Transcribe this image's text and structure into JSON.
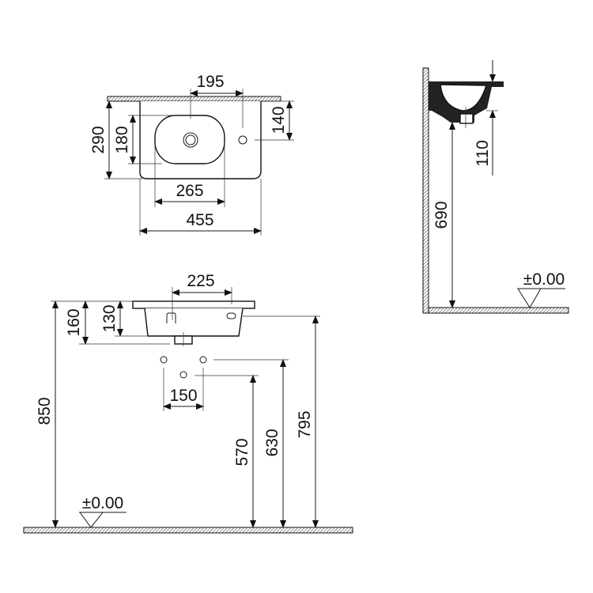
{
  "top_view": {
    "dims": {
      "tap_offset": "195",
      "tap_depth": "140",
      "depth": "290",
      "bowl_depth": "180",
      "bowl_width": "265",
      "width": "455"
    }
  },
  "side_view": {
    "dims": {
      "drain_height": "110",
      "height_to_bottom": "690"
    },
    "floor_level": "±0.00"
  },
  "front_view": {
    "dims": {
      "bowl_span": "225",
      "total_depth": "160",
      "bowl_depth": "130",
      "pipe_spacing": "150",
      "rim_height": "850",
      "waste_height": "570",
      "supply_height": "630",
      "overflow_height": "795"
    },
    "floor_level": "±0.00"
  },
  "colors": {
    "line": "#111111",
    "background": "#ffffff"
  }
}
